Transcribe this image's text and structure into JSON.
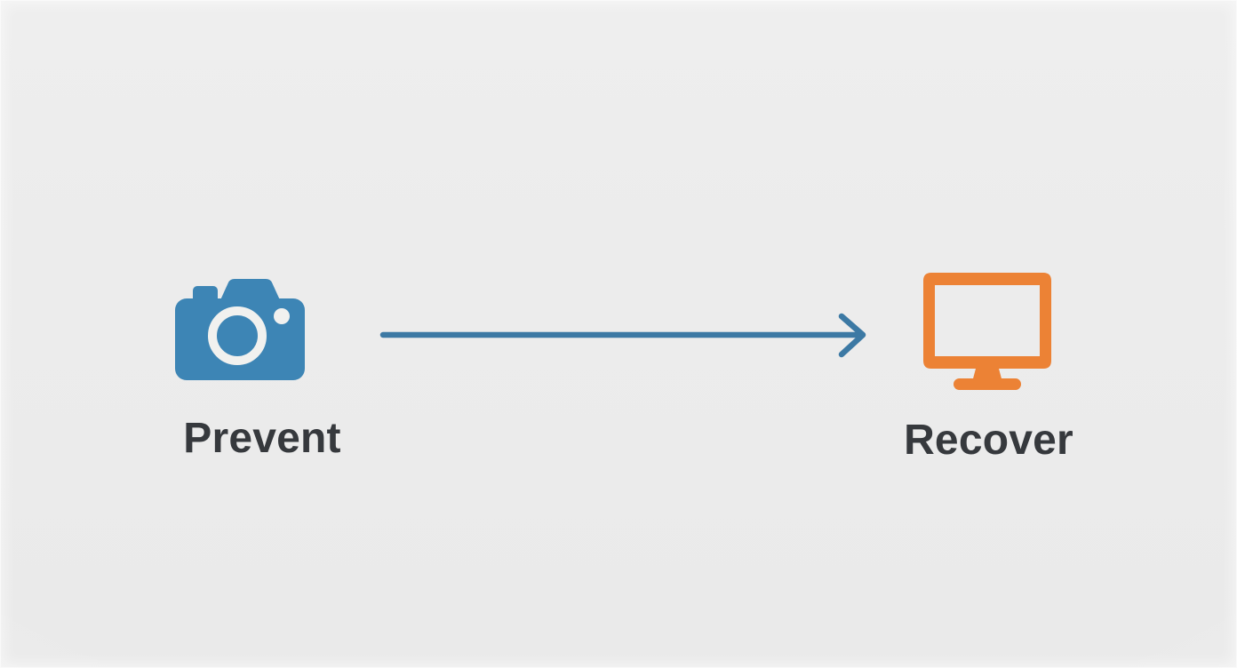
{
  "diagram": {
    "type": "flow",
    "background_color": "#ececec",
    "nodes": [
      {
        "id": "prevent",
        "label": "Prevent",
        "icon": "camera-icon",
        "icon_color": "#3d85b5",
        "label_color": "#36393d"
      },
      {
        "id": "recover",
        "label": "Recover",
        "icon": "monitor-icon",
        "icon_color": "#ec8235",
        "label_color": "#36393d"
      }
    ],
    "connector": {
      "id": "prevent-to-recover",
      "style": "arrow-right",
      "color": "#3c79a4",
      "from": "prevent",
      "to": "recover",
      "label": ""
    }
  }
}
